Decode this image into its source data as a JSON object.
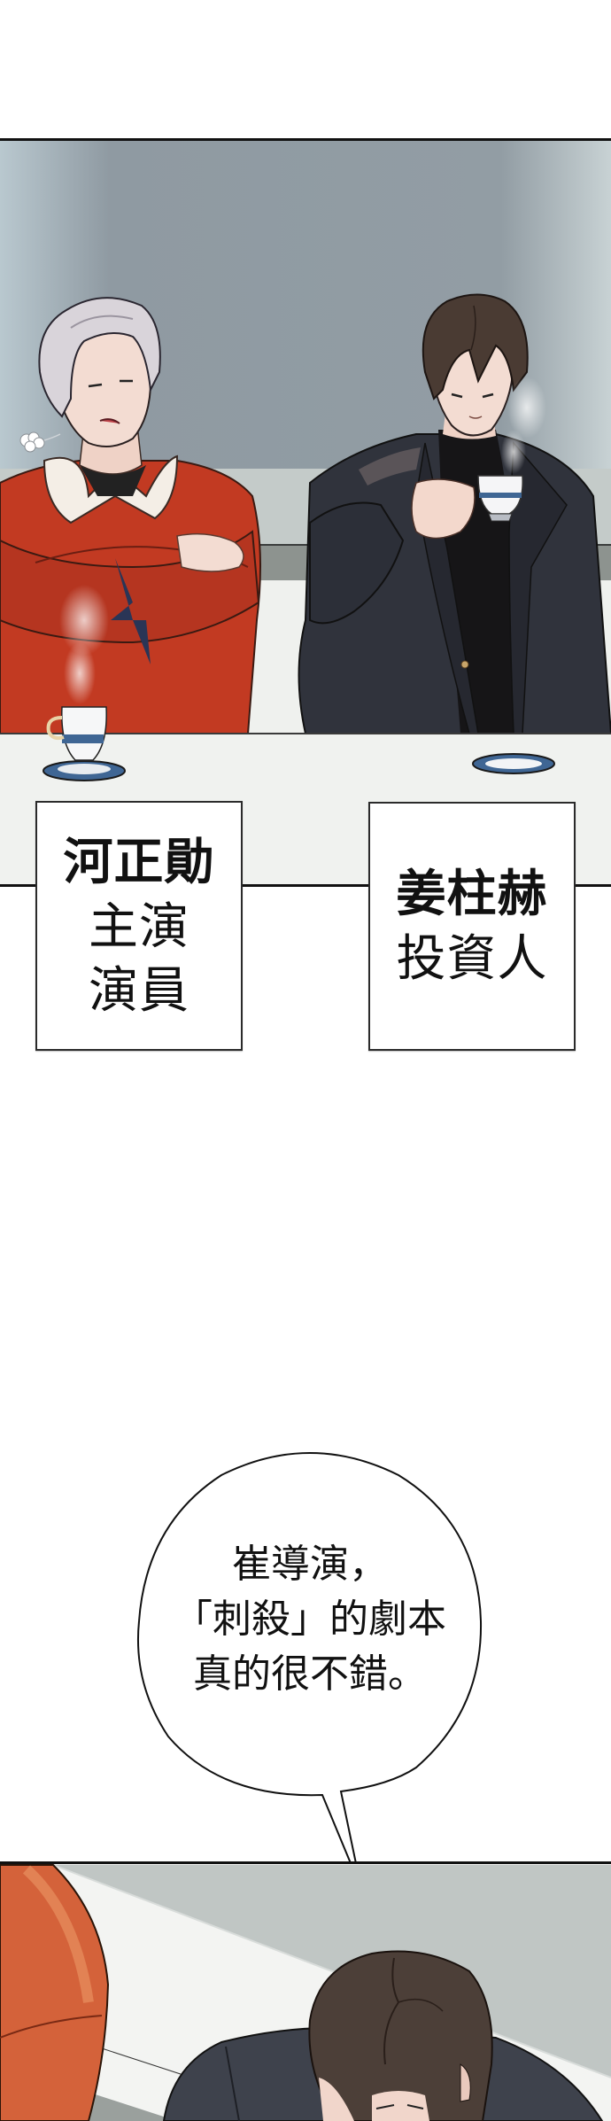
{
  "page": {
    "type": "webtoon-page",
    "background": "#ffffff"
  },
  "panels": [
    {
      "id": "panel-1",
      "description": "Two men seated at a white table drinking tea; silver-haired man in red sweater with crossed arms, dark-haired man in black suit sipping from a teacup",
      "colors": {
        "wall": "#8f9aa2",
        "wall_base_light": "#c4cbc9",
        "wall_base_dark": "#8d938f",
        "table": "#eff1ee",
        "red_sweater": "#c23a22",
        "black_suit": "#30333c",
        "silver_hair": "#d9d4da",
        "brown_hair": "#4a3b33",
        "skin": "#f3dcd2",
        "cup_blue": "#3f6694"
      }
    },
    {
      "id": "panel-3",
      "description": "Close-up from above of the dark-haired man in a suit, an orange sleeve in the foreground on the left",
      "colors": {
        "wall": "#c0c6c4",
        "table": "#f3f4f2",
        "orange_sleeve": "#d4623a",
        "suit": "#3e424c",
        "hair": "#4c3f38"
      }
    }
  ],
  "captions": [
    {
      "name": "河正勛",
      "role_lines": [
        "主演",
        "演員"
      ]
    },
    {
      "name": "姜柱赫",
      "role_lines": [
        "投資人"
      ]
    }
  ],
  "speech_bubble": {
    "lines": [
      "崔導演，",
      "「刺殺」的劇本",
      "真的很不錯。"
    ]
  }
}
